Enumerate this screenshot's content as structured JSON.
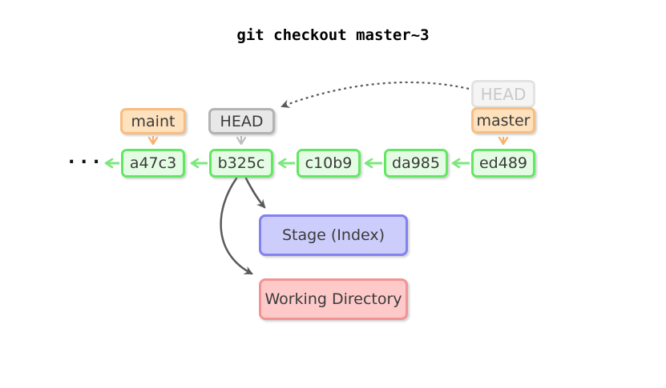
{
  "title": "git checkout master~3",
  "graph": {
    "ellipsis": "...",
    "commits": [
      {
        "id": "a47c3"
      },
      {
        "id": "b325c"
      },
      {
        "id": "c10b9"
      },
      {
        "id": "da985"
      },
      {
        "id": "ed489"
      }
    ],
    "refs": {
      "maint": "maint",
      "head": "HEAD",
      "head_previous": "HEAD",
      "master": "master"
    },
    "areas": {
      "stage": "Stage (Index)",
      "working_directory": "Working Directory"
    }
  },
  "colors": {
    "commit_border": "#63e763",
    "commit_fill": "#e4fce4",
    "commit_arrow": "#7ce87c",
    "branch_border": "#f7bd81",
    "branch_fill": "#fee1bd",
    "branch_arrow": "#f8b26e",
    "head_border": "#b3b3b3",
    "head_fill": "#e8e8e8",
    "head_arrow": "#bdbdbd",
    "ghost_border": "#e3e3e3",
    "ghost_fill": "#f5f5f5",
    "ghost_text": "#c9c9c9",
    "stage_border": "#8282f0",
    "stage_fill": "#cdcdfb",
    "working_border": "#f49393",
    "working_fill": "#fdc9c9",
    "dark_arrow": "#595959",
    "text": "#3a3a3a"
  }
}
